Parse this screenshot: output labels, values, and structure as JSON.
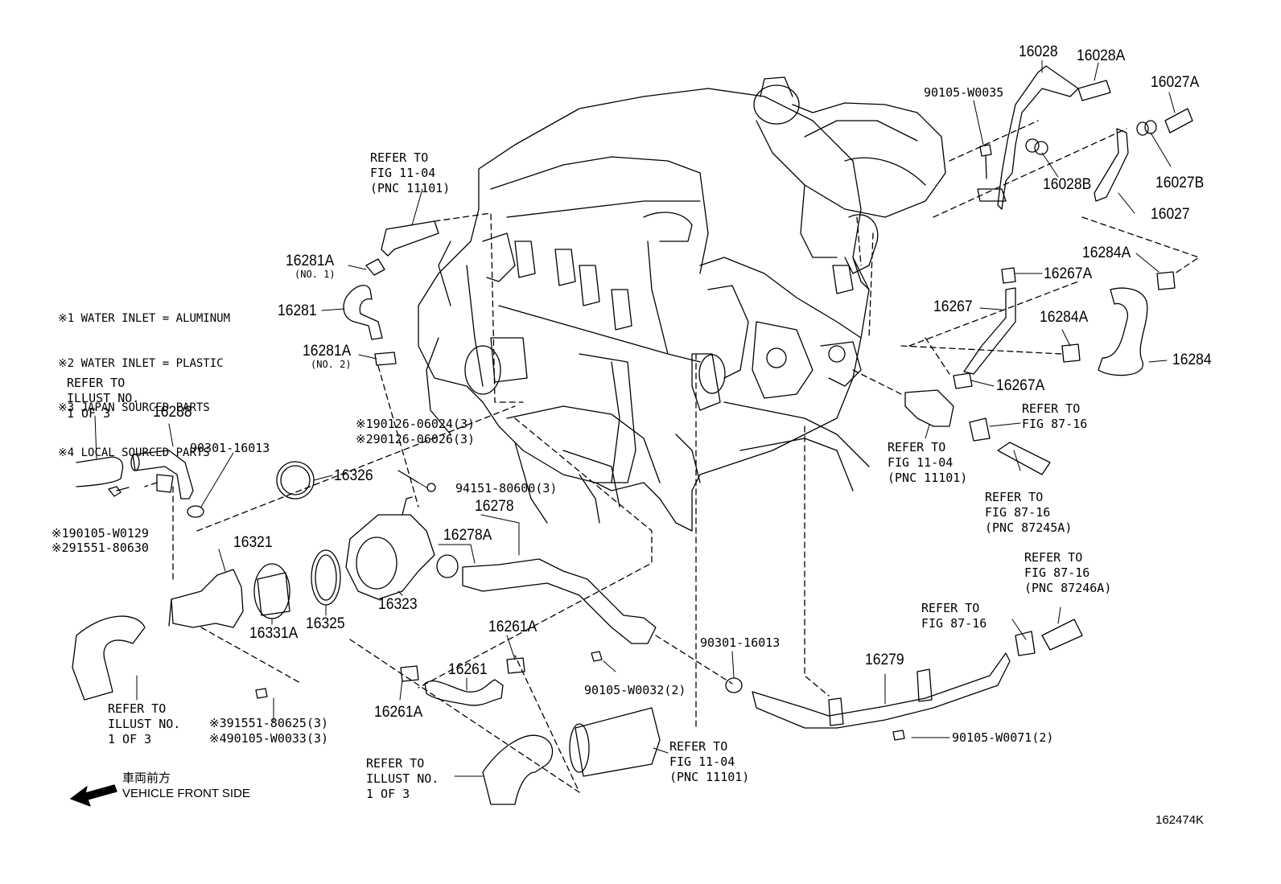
{
  "notes": [
    "※1 WATER INLET = ALUMINUM",
    "※2 WATER INLET = PLASTIC",
    "※3 JAPAN SOURCED PARTS",
    "※4 LOCAL SOURCED PARTS"
  ],
  "part_numbers": {
    "p16028": "16028",
    "p16028A": "16028A",
    "p16027A": "16027A",
    "p16028B": "16028B",
    "p16027B": "16027B",
    "p16027": "16027",
    "p16284A_upper": "16284A",
    "p16267A_upper": "16267A",
    "p16267": "16267",
    "p16284A_lower": "16284A",
    "p16284": "16284",
    "p16267A_lower": "16267A",
    "p16281A_no1": "16281A",
    "p16281A_no1_sub": "(NO. 1)",
    "p16281": "16281",
    "p16281A_no2": "16281A",
    "p16281A_no2_sub": "(NO. 2)",
    "p16288": "16288",
    "p16326": "16326",
    "p16278": "16278",
    "p16278A": "16278A",
    "p16321": "16321",
    "p16323": "16323",
    "p16331A": "16331A",
    "p16325": "16325",
    "p16261A_upper": "16261A",
    "p16261": "16261",
    "p16261A_lower": "16261A",
    "p16279": "16279",
    "b90105_W0035": "90105-W0035",
    "b90301_16013_left": "90301-16013",
    "b90301_16013_right": "90301-16013",
    "b94151": "94151-80600(3)",
    "b90105_W0032": "90105-W0032(2)",
    "b90105_W0071": "90105-W0071(2)",
    "stud_a": "※190126-06024(3)",
    "stud_b": "※290126-06026(3)",
    "bolt_left_a": "※190105-W0129",
    "bolt_left_b": "※291551-80630",
    "bolt_low_a": "※391551-80625(3)",
    "bolt_low_b": "※490105-W0033(3)"
  },
  "references": {
    "ref_fig_11_04_top": "REFER TO\nFIG 11-04\n(PNC 11101)",
    "ref_illust_left_top": "REFER TO\nILLUST NO.\n1 OF 3",
    "ref_illust_left_bottom": "REFER TO\nILLUST NO.\n1 OF 3",
    "ref_illust_bottom": "REFER TO\nILLUST NO.\n1 OF 3",
    "ref_fig_11_04_bottom": "REFER TO\nFIG 11-04\n(PNC 11101)",
    "ref_fig_11_04_right": "REFER TO\nFIG 11-04\n(PNC 11101)",
    "ref_fig_87_16_clamp_upper": "REFER TO\nFIG 87-16",
    "ref_fig_87_16_87245A": "REFER TO\nFIG 87-16\n(PNC 87245A)",
    "ref_fig_87_16_87246A": "REFER TO\nFIG 87-16\n(PNC 87246A)",
    "ref_fig_87_16_clamp_lower": "REFER TO\nFIG 87-16"
  },
  "caption": {
    "japanese": "車両前方",
    "english": "VEHICLE FRONT SIDE"
  },
  "figure_id": "162474K"
}
